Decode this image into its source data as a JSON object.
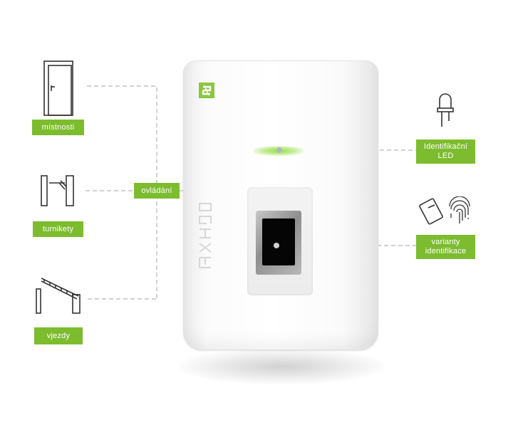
{
  "labels": {
    "left": [
      "místnosti",
      "turnikety",
      "vjezdy"
    ],
    "center": "ovládání",
    "right_led": [
      "Identifikační",
      "LED"
    ],
    "right_id": [
      "varianty",
      "identifikace"
    ]
  },
  "colors": {
    "accent": "#7cbc2e",
    "connector": "#b5b5b5",
    "icon_stroke": "#333333"
  },
  "icons": {
    "room": "door-icon",
    "turnstile": "turnstile-icon",
    "barrier": "boom-barrier-icon",
    "led": "led-diode-icon",
    "card": "rfid-card-icon",
    "fingerprint": "fingerprint-icon",
    "brand": "brand-logo-icon"
  }
}
